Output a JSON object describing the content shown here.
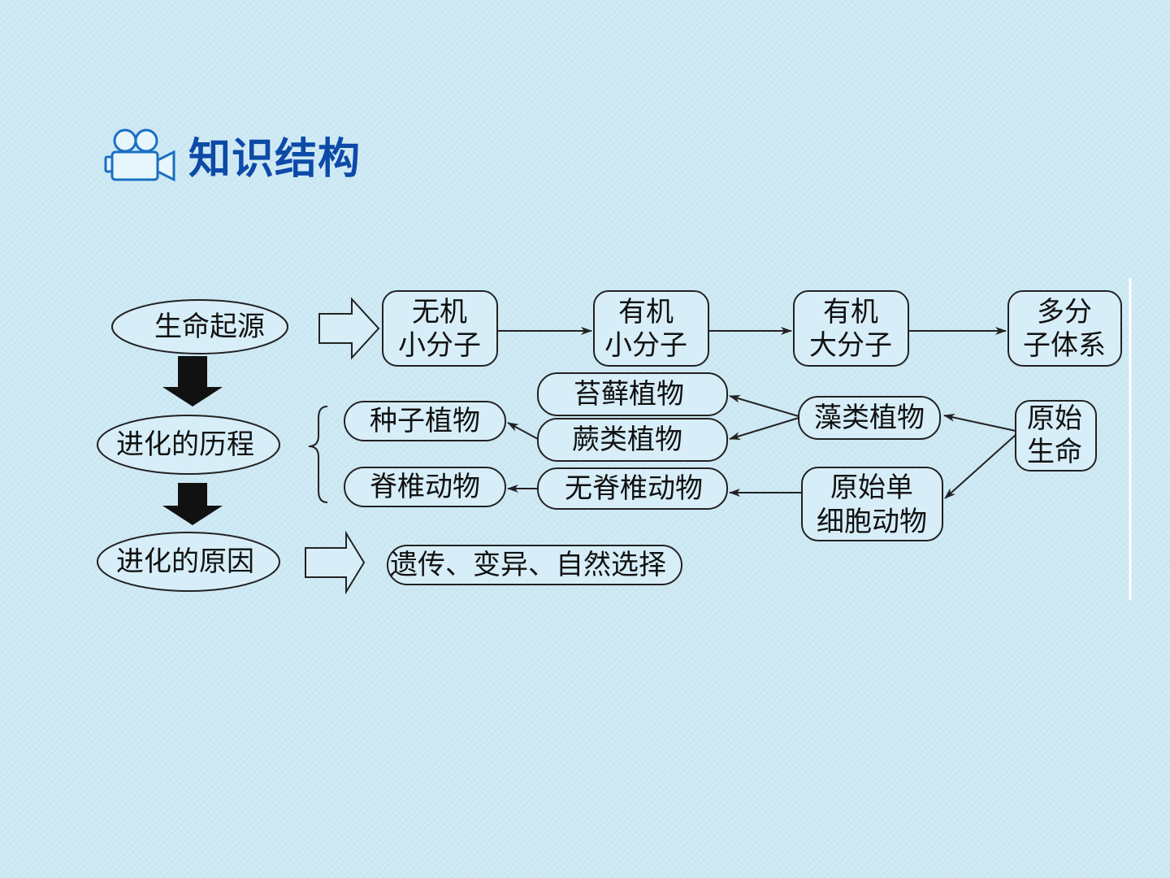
{
  "heading": {
    "icon": "camera-icon",
    "title": "知识结构"
  },
  "colors": {
    "background": "#cde9f4",
    "heading": "#0d4aa8",
    "node_fill": "#d7eef8",
    "stroke": "#222222"
  },
  "diagram": {
    "sections": {
      "origin": "生命起源",
      "course": "进化的历程",
      "cause": "进化的原因"
    },
    "origin_chain": {
      "inorganic_small": [
        "无机",
        "小分子"
      ],
      "organic_small": [
        "有机",
        "小分子"
      ],
      "organic_large": [
        "有机",
        "大分子"
      ],
      "multi_system": [
        "多分",
        "子体系"
      ]
    },
    "evolution": {
      "primitive_life": [
        "原始",
        "生命"
      ],
      "algae": "藻类植物",
      "moss": "苔藓植物",
      "fern": "蕨类植物",
      "seed_plants": "种子植物",
      "primitive_protozoa": [
        "原始单",
        "细胞动物"
      ],
      "invertebrates": "无脊椎动物",
      "vertebrates": "脊椎动物"
    },
    "cause_text": "遗传、变异、自然选择"
  }
}
